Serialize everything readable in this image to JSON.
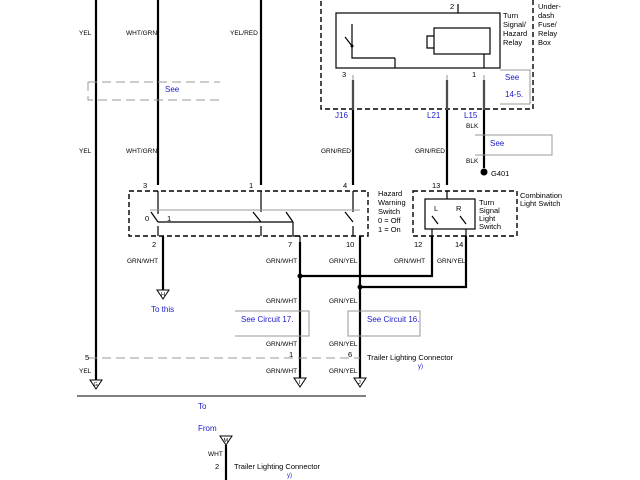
{
  "components": {
    "turn_signal_relay": [
      "Turn",
      "Signal/",
      "Hazard",
      "Relay"
    ],
    "fuse_box": [
      "Under-",
      "dash",
      "Fuse/",
      "Relay",
      "Box"
    ],
    "hazard_switch": [
      "Hazard",
      "Warning",
      "Switch",
      "0 = Off",
      "1 = On"
    ],
    "combination_switch": [
      "Combination",
      "Light Switch"
    ],
    "turn_signal_light_switch": [
      "Turn",
      "Signal",
      "Light",
      "Switch"
    ],
    "trailer_connector_1": "Trailer Lighting Connector",
    "trailer_connector_2": "Trailer Lighting Connector",
    "ground": "G401"
  },
  "connectors": {
    "j16": "J16",
    "l21": "L21",
    "l15": "L15"
  },
  "wire_colors": {
    "yel": "YEL",
    "wht_grn": "WHT/GRN",
    "yel_red": "YEL/RED",
    "grn_red": "GRN/RED",
    "grn_wht": "GRN/WHT",
    "grn_yel": "GRN/YEL",
    "blk": "BLK",
    "wht": "WHT"
  },
  "pins": {
    "relay_2": "2",
    "relay_3": "3",
    "relay_1": "1",
    "hz_3": "3",
    "hz_1": "1",
    "hz_4": "4",
    "hz_2": "2",
    "hz_7": "7",
    "hz_10": "10",
    "cs_13": "13",
    "cs_12": "12",
    "cs_14": "14",
    "tc_5": "5",
    "tc_1": "1",
    "tc_6": "6",
    "tc2_2": "2",
    "sw_0": "0",
    "sw_1": "1",
    "l_label": "L",
    "r_label": "R"
  },
  "links": {
    "see_1": "See",
    "see_2": "See",
    "see_3": "See",
    "see_145": "14-5.",
    "circuit_17": "See Circuit 17.",
    "circuit_16": "See Circuit 16.",
    "to_this": "To this",
    "to": "To",
    "from": "From",
    "y1": "y)",
    "y2": "y)"
  },
  "markers": {
    "h": "H",
    "g": "G",
    "i": "I",
    "j": "J",
    "m": "M"
  },
  "colors": {
    "wire": "#000000",
    "link": "#1a1acc",
    "gray_line": "#999999"
  }
}
